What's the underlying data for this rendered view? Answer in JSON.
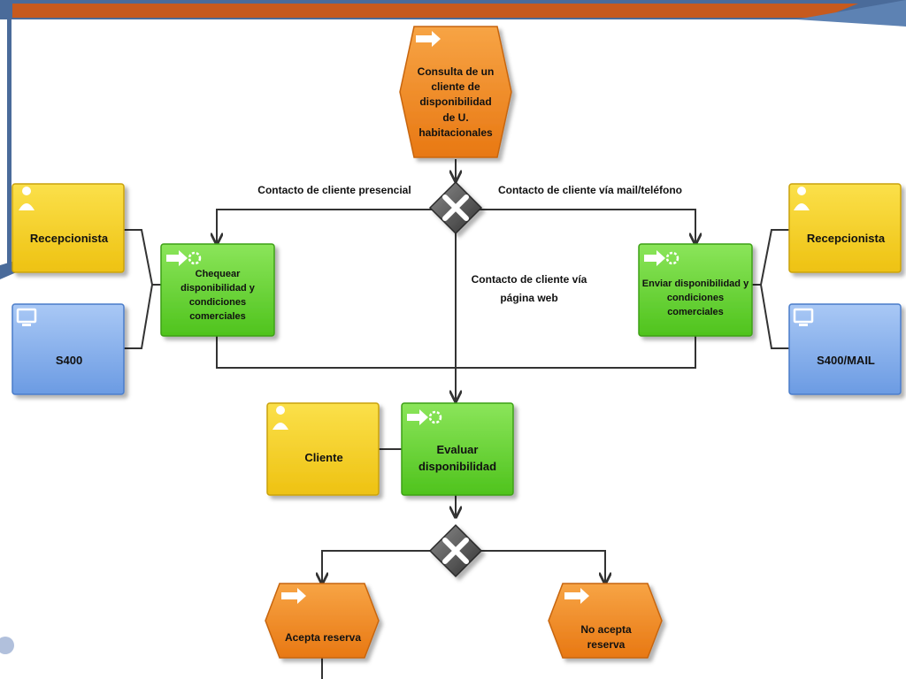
{
  "colors": {
    "event": "#f28a1c",
    "function": "#6cd23a",
    "role": "#f3cc1c",
    "system": "#7aa9ea",
    "gateway": "#555555",
    "header_bar": "#c65a1e",
    "header_line": "#4a6b9a"
  },
  "nodes": {
    "start_event": "Consulta de un cliente de disponibilidad de U. habitacionales",
    "check_function": "Chequear disponibilidad y condiciones comerciales",
    "send_function": "Enviar disponibilidad y condiciones comerciales",
    "evaluate_function": "Evaluar disponibilidad",
    "role_left": "Recepcionista",
    "role_right": "Recepcionista",
    "role_client": "Cliente",
    "system_left": "S400",
    "system_right": "S400/MAIL",
    "accept_event": "Acepta reserva",
    "reject_event": "No acepta reserva"
  },
  "edge_labels": {
    "in_person": "Contacto de cliente presencial",
    "mail_phone": "Contacto de cliente vía mail/teléfono",
    "web_line1": "Contacto de cliente vía",
    "web_line2": "página web"
  },
  "gateways": [
    {
      "name": "split-gateway",
      "type": "XOR"
    },
    {
      "name": "decision-gateway",
      "type": "XOR"
    }
  ]
}
